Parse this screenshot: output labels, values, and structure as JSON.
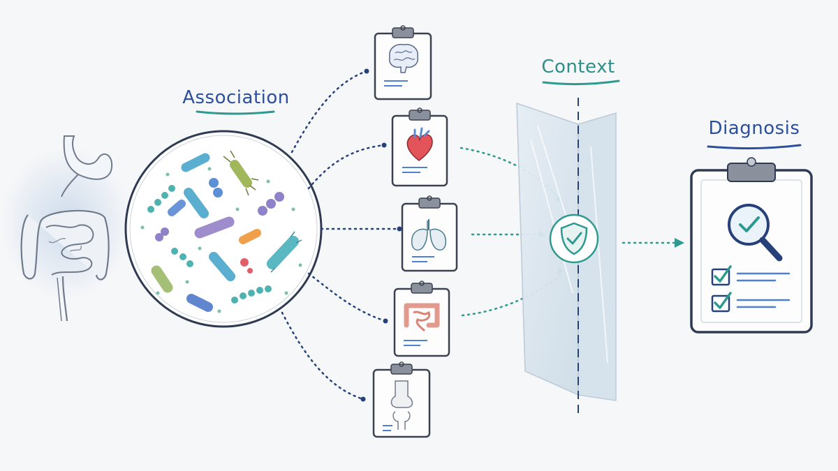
{
  "labels": {
    "association": "Association",
    "context": "Context",
    "diagnosis": "Diagnosis"
  },
  "colors": {
    "background": "#f6f7f9",
    "ink": "#3a4250",
    "navy": "#26407a",
    "blue_label": "#2b4f9c",
    "teal": "#2e9a8f",
    "clip_metal": "#8a919c",
    "paper": "#fdfdfe",
    "glass": "#dbe7ef",
    "check": "#2e9a8f"
  },
  "icons": {
    "gut": "digestive-system-icon",
    "microbes": "microbiome-circle",
    "brain": "brain-icon",
    "heart": "heart-icon",
    "lungs": "lungs-icon",
    "intestine": "intestine-icon",
    "joint": "knee-joint-icon",
    "shield": "shield-check-icon",
    "magnifier": "magnifier-check-icon",
    "checkbox": "checkbox-checked-icon"
  }
}
